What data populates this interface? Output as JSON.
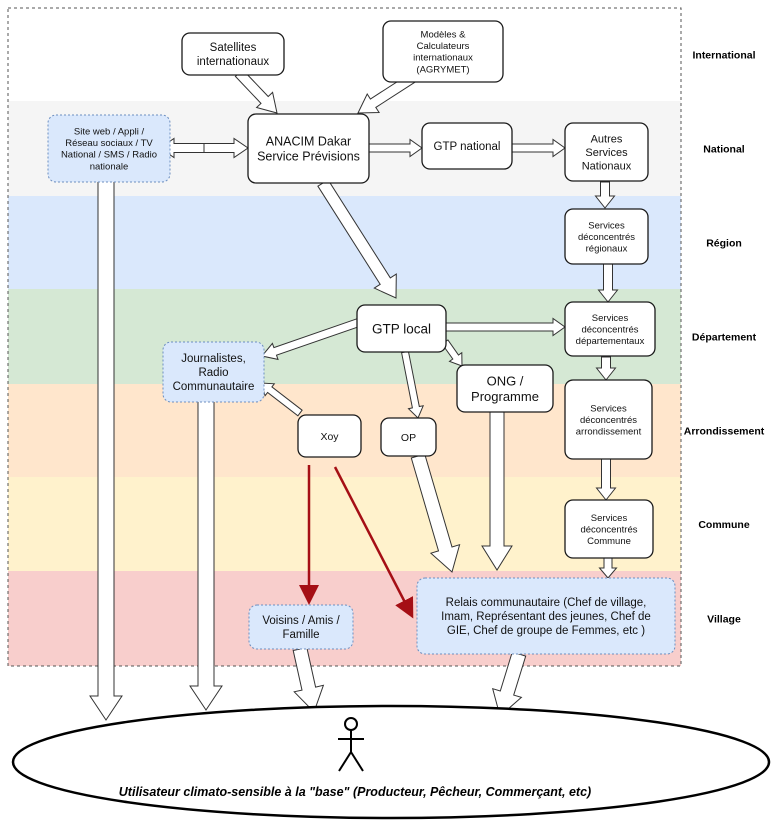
{
  "levels": [
    {
      "label": "International",
      "color": "#ffffff"
    },
    {
      "label": "National",
      "color": "#f5f5f5"
    },
    {
      "label": "Région",
      "color": "#dae8fc"
    },
    {
      "label": "Département",
      "color": "#d5e8d4"
    },
    {
      "label": "Arrondissement",
      "color": "#ffe6cc"
    },
    {
      "label": "Commune",
      "color": "#fff2cc"
    },
    {
      "label": "Village",
      "color": "#f8cecc"
    }
  ],
  "nodes": {
    "satellites": [
      "Satellites",
      "internationaux"
    ],
    "modeles": [
      "Modèles &",
      "Calculateurs",
      "internationaux",
      "(AGRYMET)"
    ],
    "site_web": [
      "Site web / Appli /",
      "Réseau sociaux / TV",
      "National / SMS / Radio",
      "nationale"
    ],
    "anacim": [
      "ANACIM Dakar",
      "Service Prévisions"
    ],
    "gtp_national": [
      "GTP national"
    ],
    "autres_services": [
      "Autres",
      "Services",
      "Nationaux"
    ],
    "sd_regionaux": [
      "Services",
      "déconcentrés",
      "régionaux"
    ],
    "gtp_local": [
      "GTP local"
    ],
    "sd_departementaux": [
      "Services",
      "déconcentrés",
      "départementaux"
    ],
    "journalistes": [
      "Journalistes,",
      "Radio",
      "Communautaire"
    ],
    "ong": [
      "ONG /",
      "Programme"
    ],
    "sd_arrondissement": [
      "Services",
      "déconcentrés",
      "arrondissement"
    ],
    "xoy": [
      "Xoy"
    ],
    "op": [
      "OP"
    ],
    "sd_commune": [
      "Services",
      "déconcentrés",
      "Commune"
    ],
    "voisins": [
      "Voisins / Amis /",
      "Famille"
    ],
    "relais": [
      "Relais communautaire (Chef de village,",
      "Imam, Représentant des jeunes, Chef de",
      "GIE, Chef de groupe de Femmes, etc )"
    ]
  },
  "base_user": "Utilisateur climato-sensible à la \"base\" (Producteur, Pêcheur, Commerçant, etc)",
  "colors": {
    "info_fill": "#dae8fc",
    "info_stroke": "#6c8ebf",
    "red_arrow": "#a50f15",
    "box_stroke": "#1a1a1a"
  }
}
